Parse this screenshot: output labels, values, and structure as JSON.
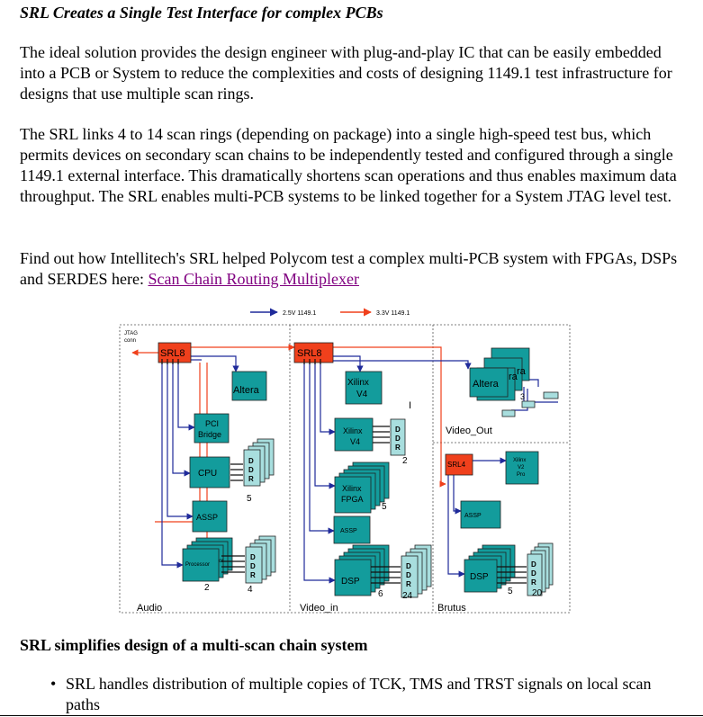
{
  "title": "SRL Creates a Single Test Interface for complex PCBs",
  "paragraph1": "The ideal solution provides the design engineer with plug-and-play IC that can be easily embedded into a PCB or System to reduce the complexities and costs of designing 1149.1 test infrastructure for designs that use multiple scan rings.",
  "paragraph2": "The SRL links 4 to 14 scan rings (depending on package) into a single high-speed test bus, which permits devices on secondary scan chains to be independently tested and configured through a single 1149.1 external interface. This dramatically shortens scan operations and thus enables maximum data throughput. The SRL enables multi-PCB systems to be linked together for a System JTAG level test.",
  "paragraph3_text": "Find out how Intellitech's SRL helped Polycom test a complex multi-PCB system with FPGAs, DSPs and SERDES here: ",
  "paragraph3_link": "Scan Chain Routing Multiplexer",
  "diagram": {
    "legend_blue": "2.5V 1149.1",
    "legend_red": "3.3V 1149.1",
    "colors": {
      "teal": "#139c9c",
      "red": "#f0401c",
      "blue": "#1f2a9a",
      "orange": "#e05a2c"
    },
    "labels": {
      "jtag1": "JTAG",
      "jtag2": "conn",
      "srl8_a": "SRL8",
      "srl8_b": "SRL8",
      "srl4": "SRL4",
      "altera_a": "Altera",
      "altera_b": "Altera",
      "altera_frag": "ra",
      "altera_count": "3",
      "xilinx_v4_top_1": "Xilinx",
      "xilinx_v4_top_2": "V4",
      "xilinx_v4_mid_1": "Xilinx",
      "xilinx_v4_mid_2": "V4",
      "pci1": "PCI",
      "pci2": "Bridge",
      "cpu": "CPU",
      "assp_a": "ASSP",
      "assp_b": "ASSP",
      "assp_c": "ASSP",
      "processor": "Processor",
      "processor_frag": "or",
      "xilinx_fpga_1": "Xilinx",
      "xilinx_fpga_2": "FPGA",
      "dsp_a": "DSP",
      "dsp_b": "DSP",
      "xilinx_v2_1": "Xilinx",
      "xilinx_v2_2": "V2",
      "xilinx_v2_3": "Pro",
      "ddr_d": "D",
      "ddr_r": "R",
      "n2_a": "2",
      "n5_a": "5",
      "n4": "4",
      "n2_b": "2",
      "n5_b": "5",
      "n6": "6",
      "n24": "24",
      "n5_c": "5",
      "n20": "20",
      "tick": "I",
      "audio": "Audio",
      "video_in": "Video_in",
      "video_out": "Video_Out",
      "brutus": "Brutus"
    }
  },
  "heading2": "SRL simplifies design of a multi-scan chain system",
  "bullet1": "SRL handles distribution of multiple copies of TCK, TMS and TRST signals on local scan paths"
}
